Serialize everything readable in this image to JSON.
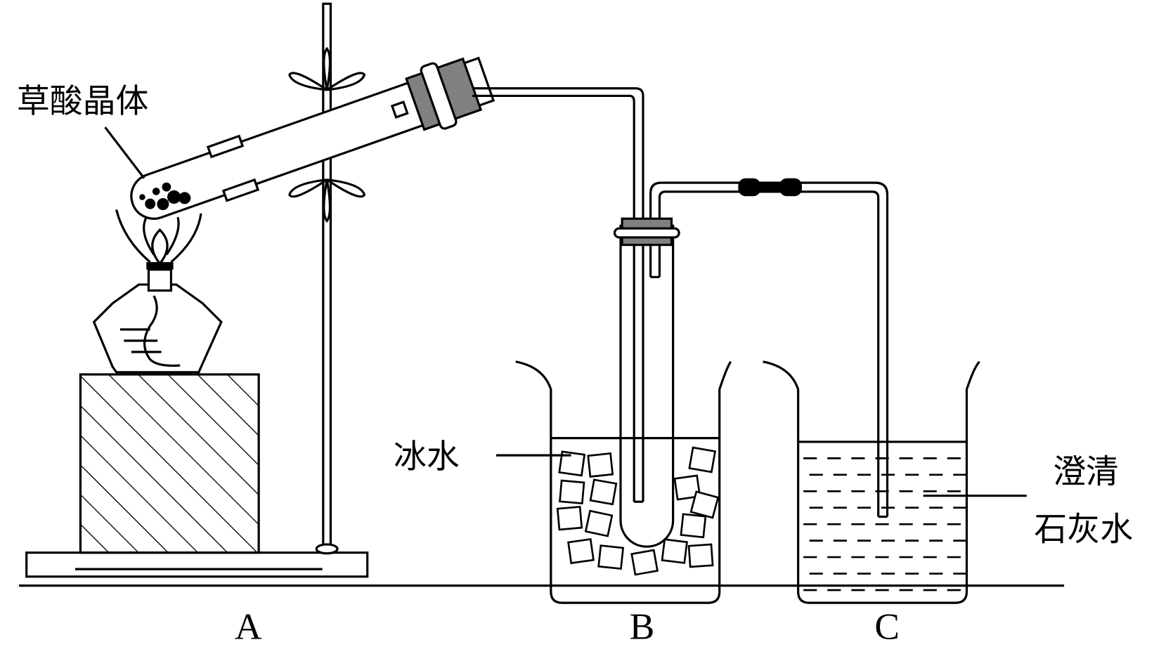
{
  "labels": {
    "crystal": "草酸晶体",
    "ice_water": "冰水",
    "limewater_line1": "澄清",
    "limewater_line2": "石灰水",
    "a": "A",
    "b": "B",
    "c": "C"
  },
  "colors": {
    "line": "#000000",
    "stopper": "#808080",
    "background": "#ffffff"
  }
}
